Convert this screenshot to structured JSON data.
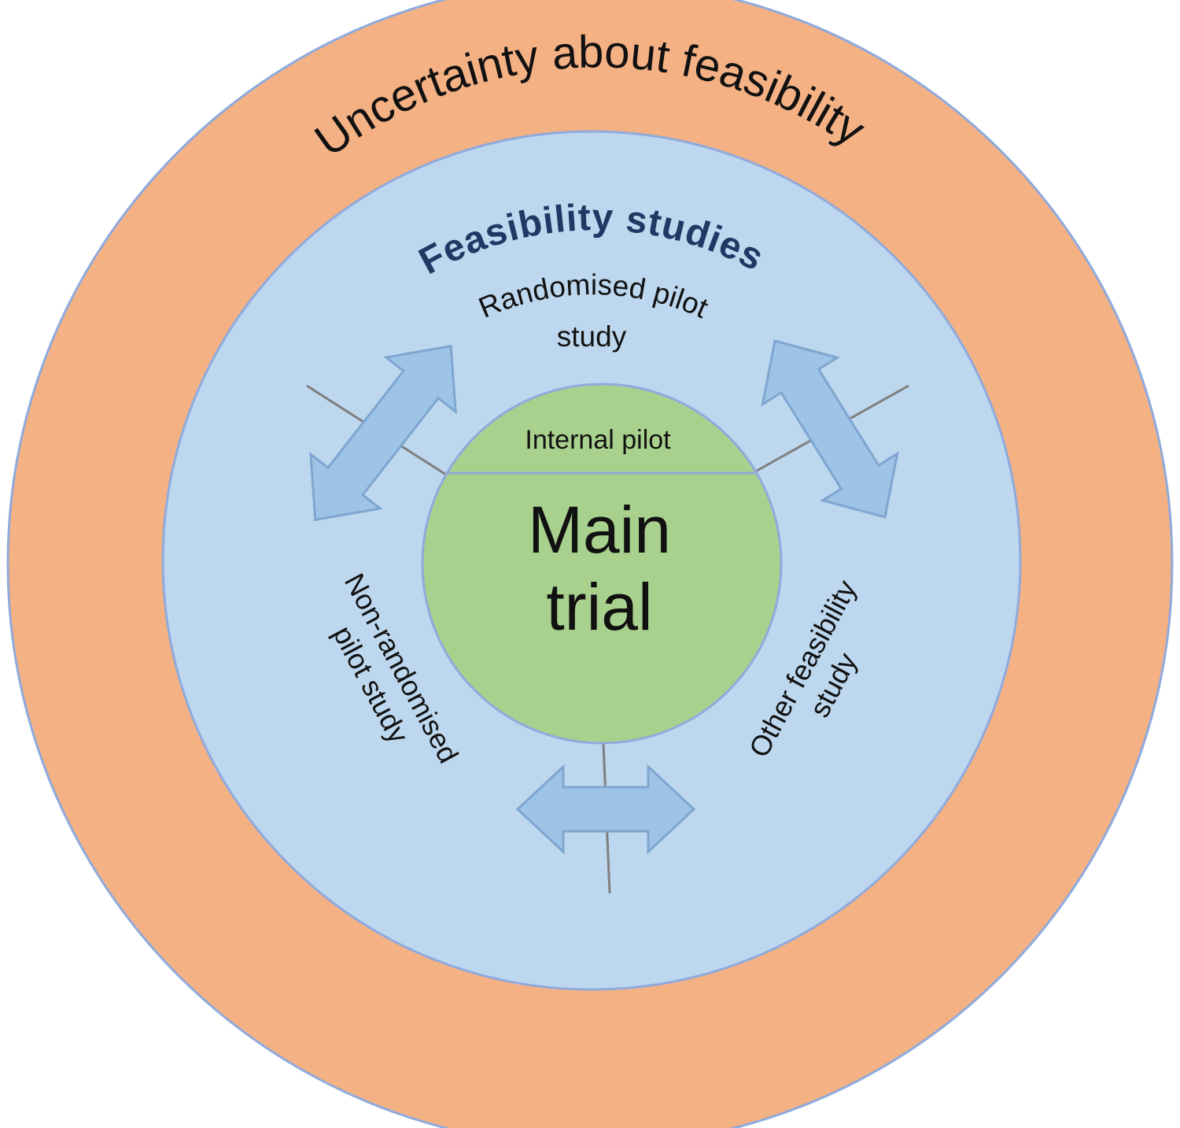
{
  "outer_ring": {
    "label": "Uncertainty about feasibility",
    "fill": "#f4b183",
    "stroke": "#8faadc"
  },
  "middle_ring": {
    "label": "Feasibility studies",
    "fill": "#bdd7ee",
    "stroke": "#8faadc",
    "label_color": "#1f3864"
  },
  "studies": {
    "randomised": {
      "line1": "Randomised pilot",
      "line2": "study"
    },
    "non_randomised": {
      "line1": "Non-randomised",
      "line2": "pilot study"
    },
    "other": {
      "line1": "Other feasibility",
      "line2": "study"
    }
  },
  "core": {
    "fill": "#a9d18e",
    "stroke": "#8faadc",
    "internal_pilot": "Internal pilot",
    "main_line1": "Main",
    "main_line2": "trial"
  },
  "arrow_color": "#9dc3e6"
}
